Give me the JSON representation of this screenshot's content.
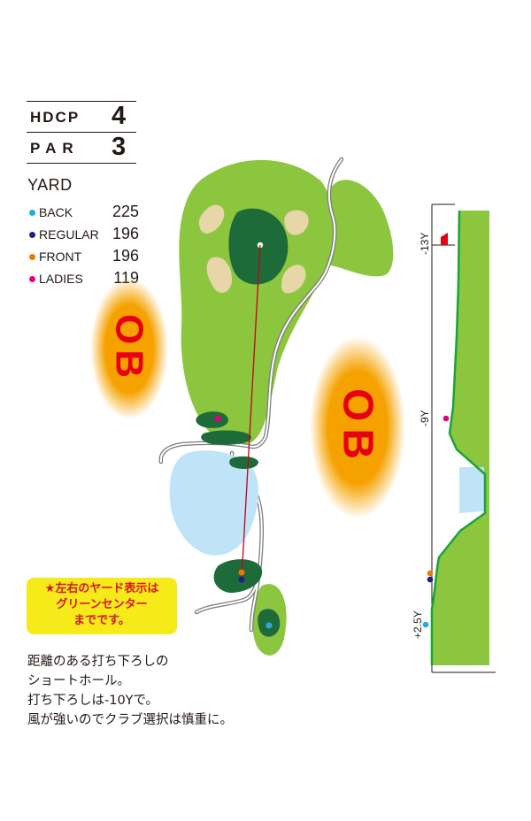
{
  "hole": {
    "hdcp_label": "HDCP",
    "hdcp_value": "4",
    "par_label": "PAR",
    "par_value": "3"
  },
  "yardage": {
    "title": "YARD",
    "tees": [
      {
        "name": "BACK",
        "yards": "225",
        "color": "#2aa8e0"
      },
      {
        "name": "REGULAR",
        "yards": "196",
        "color": "#1d2087"
      },
      {
        "name": "FRONT",
        "yards": "196",
        "color": "#ee7800"
      },
      {
        "name": "LADIES",
        "yards": "119",
        "color": "#e4007f"
      }
    ]
  },
  "map": {
    "ob_left_text": "OB",
    "ob_right_text": "OB",
    "colors": {
      "fairway": "#8cc63f",
      "green": "#1e6b3a",
      "water": "#bfe3f7",
      "bunker": "#e6d6a8",
      "ob_fill": "#f5a200",
      "ob_text": "#e60012",
      "aim_line": "#c40018"
    }
  },
  "profile": {
    "markers": [
      "-13Y",
      "-9Y",
      "+2.5Y"
    ]
  },
  "note": {
    "line1": "★左右のヤード表示は",
    "line2": "グリーンセンター",
    "line3": "までです。"
  },
  "description": {
    "line1": "距離のある打ち下ろしの",
    "line2": "ショートホール。",
    "line3": "打ち下ろしは-10Yで。",
    "line4": "風が強いのでクラブ選択は慎重に。"
  }
}
